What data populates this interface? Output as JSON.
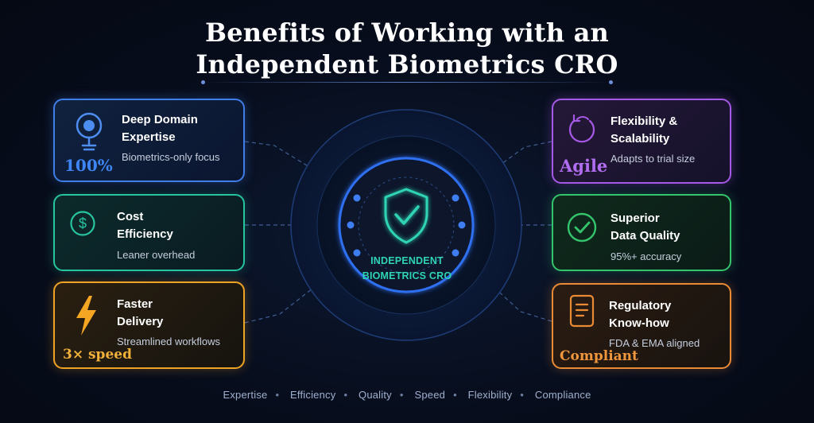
{
  "title": {
    "line1": "Benefits of Working with an",
    "line2": "Independent Biometrics CRO"
  },
  "center": {
    "label_line1": "INDEPENDENT",
    "label_line2": "BIOMETRICS CRO",
    "icon": "shield-check-icon"
  },
  "cards": [
    {
      "title_line1": "Deep Domain",
      "title_line2": "Expertise",
      "subtitle": "Biometrics-only focus",
      "stamp": "100%",
      "icon": "target-pin-icon",
      "color": "#3f7ee8"
    },
    {
      "title_line1": "Cost",
      "title_line2": "Efficiency",
      "subtitle": "Leaner overhead",
      "icon": "dollar-circle-icon",
      "color": "#27c4a0"
    },
    {
      "title_line1": "Faster",
      "title_line2": "Delivery",
      "subtitle": "Streamlined workflows",
      "stamp": "3× speed",
      "icon": "lightning-icon",
      "color": "#efa324"
    },
    {
      "title_line1": "Flexibility &",
      "title_line2": "Scalability",
      "subtitle": "Adapts to trial size",
      "stamp": "Agile",
      "icon": "refresh-circle-icon",
      "color": "#a659e6"
    },
    {
      "title_line1": "Superior",
      "title_line2": "Data Quality",
      "subtitle": "95%+ accuracy",
      "icon": "check-circle-icon",
      "color": "#34c46c"
    },
    {
      "title_line1": "Regulatory",
      "title_line2": "Know-how",
      "subtitle": "FDA & EMA aligned",
      "stamp": "Compliant",
      "icon": "document-icon",
      "color": "#e98a35"
    }
  ],
  "footer": [
    "Expertise",
    "Efficiency",
    "Quality",
    "Speed",
    "Flexibility",
    "Compliance"
  ]
}
